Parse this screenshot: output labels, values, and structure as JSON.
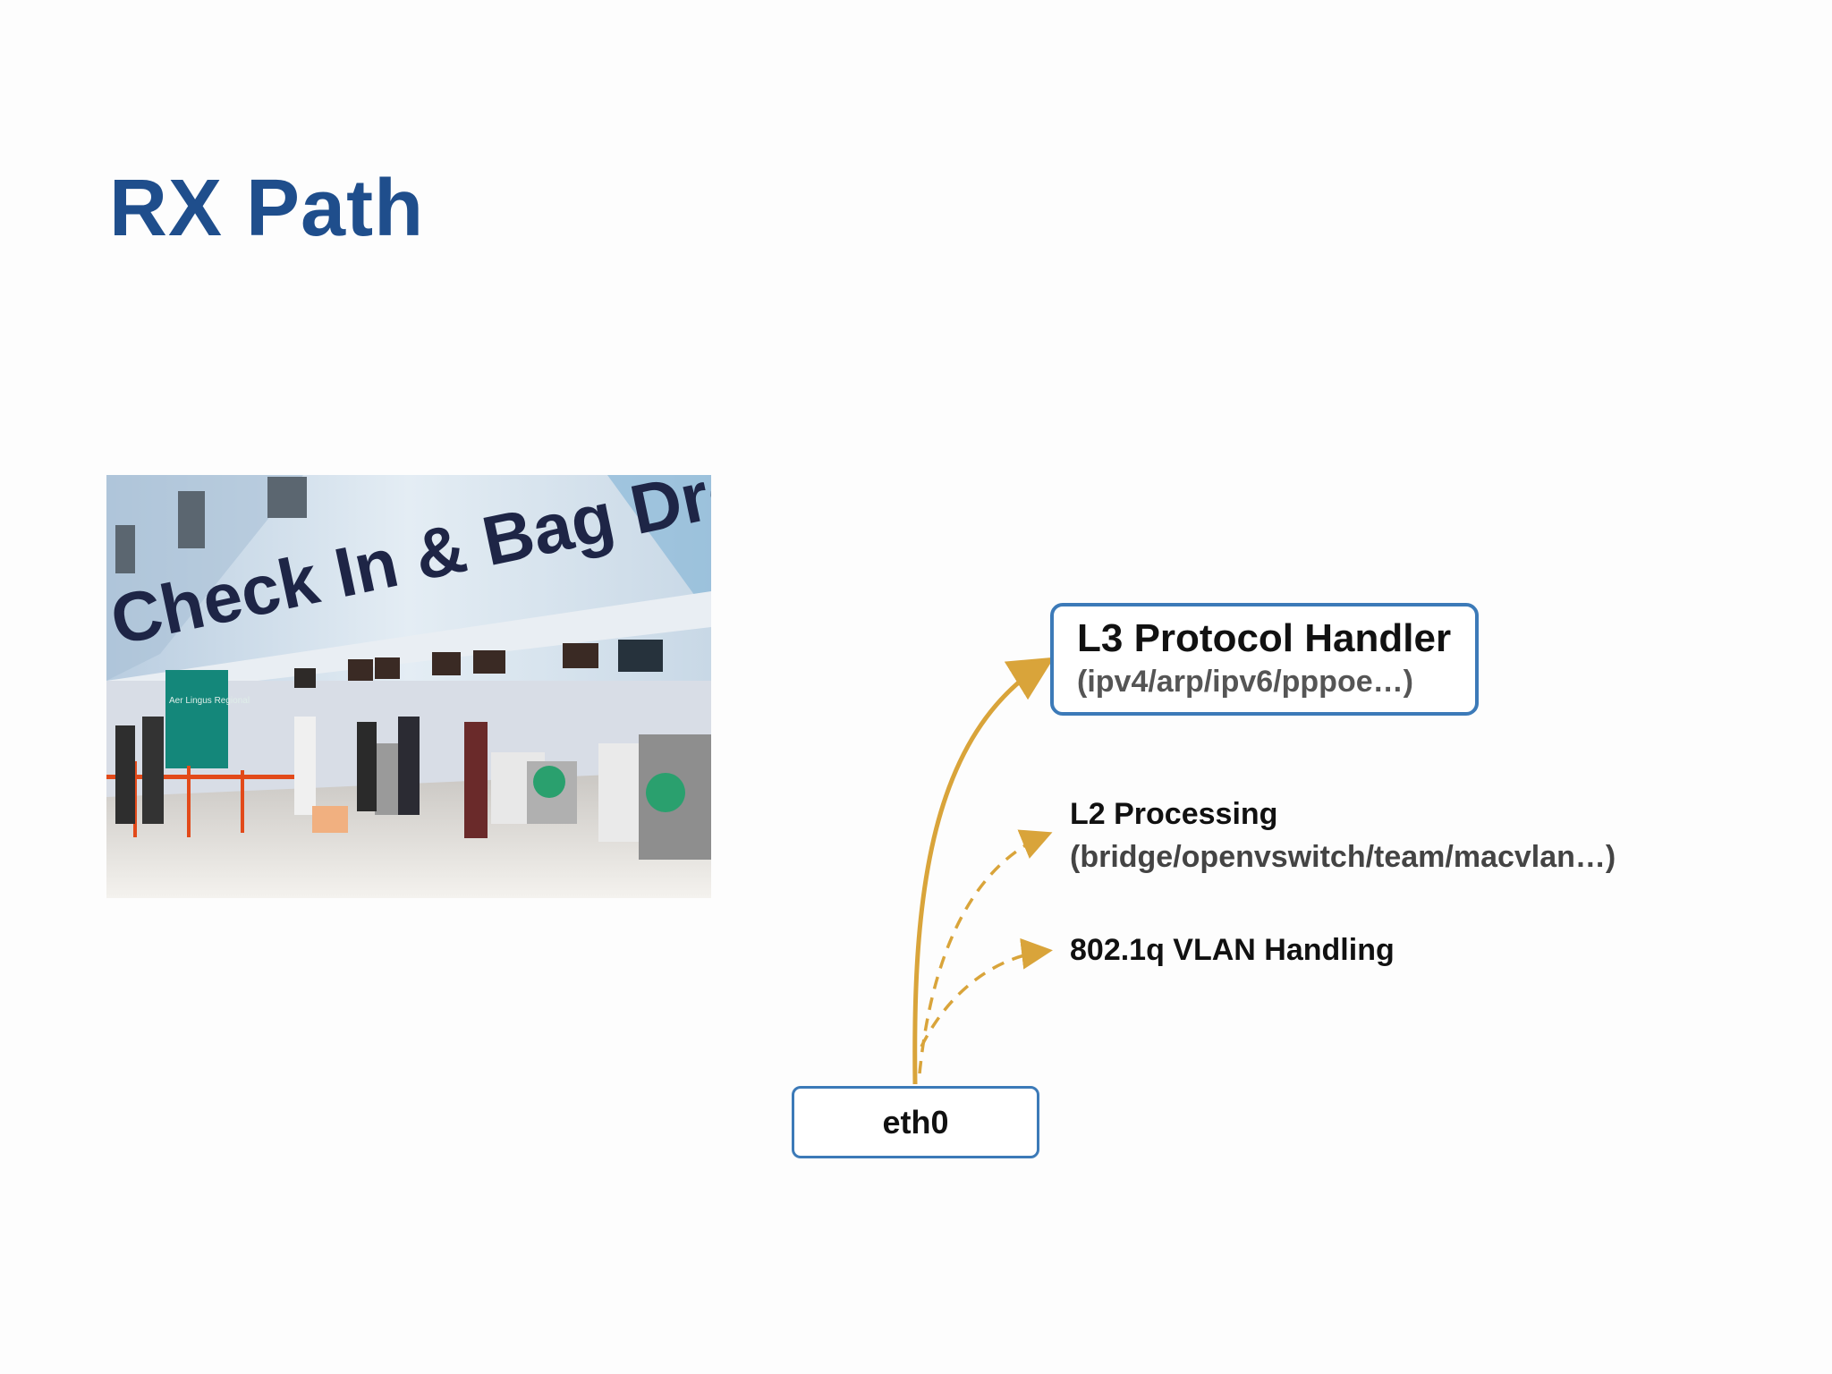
{
  "slide": {
    "title": "RX Path"
  },
  "photo": {
    "sign_text": "Check In & Bag Drop",
    "desk_sign_text": "Aer Lingus Regional"
  },
  "diagram": {
    "source_label": "eth0",
    "l3": {
      "title": "L3 Protocol Handler",
      "subtitle": "(ipv4/arp/ipv6/pppoe…)"
    },
    "l2": {
      "title": "L2 Processing",
      "subtitle": "(bridge/openvswitch/team/macvlan…)"
    },
    "vlan": {
      "title": "802.1q VLAN Handling"
    },
    "colors": {
      "arrow": "#d9a43a",
      "box_border": "#3c7ab8",
      "title": "#1f4e8c"
    }
  }
}
